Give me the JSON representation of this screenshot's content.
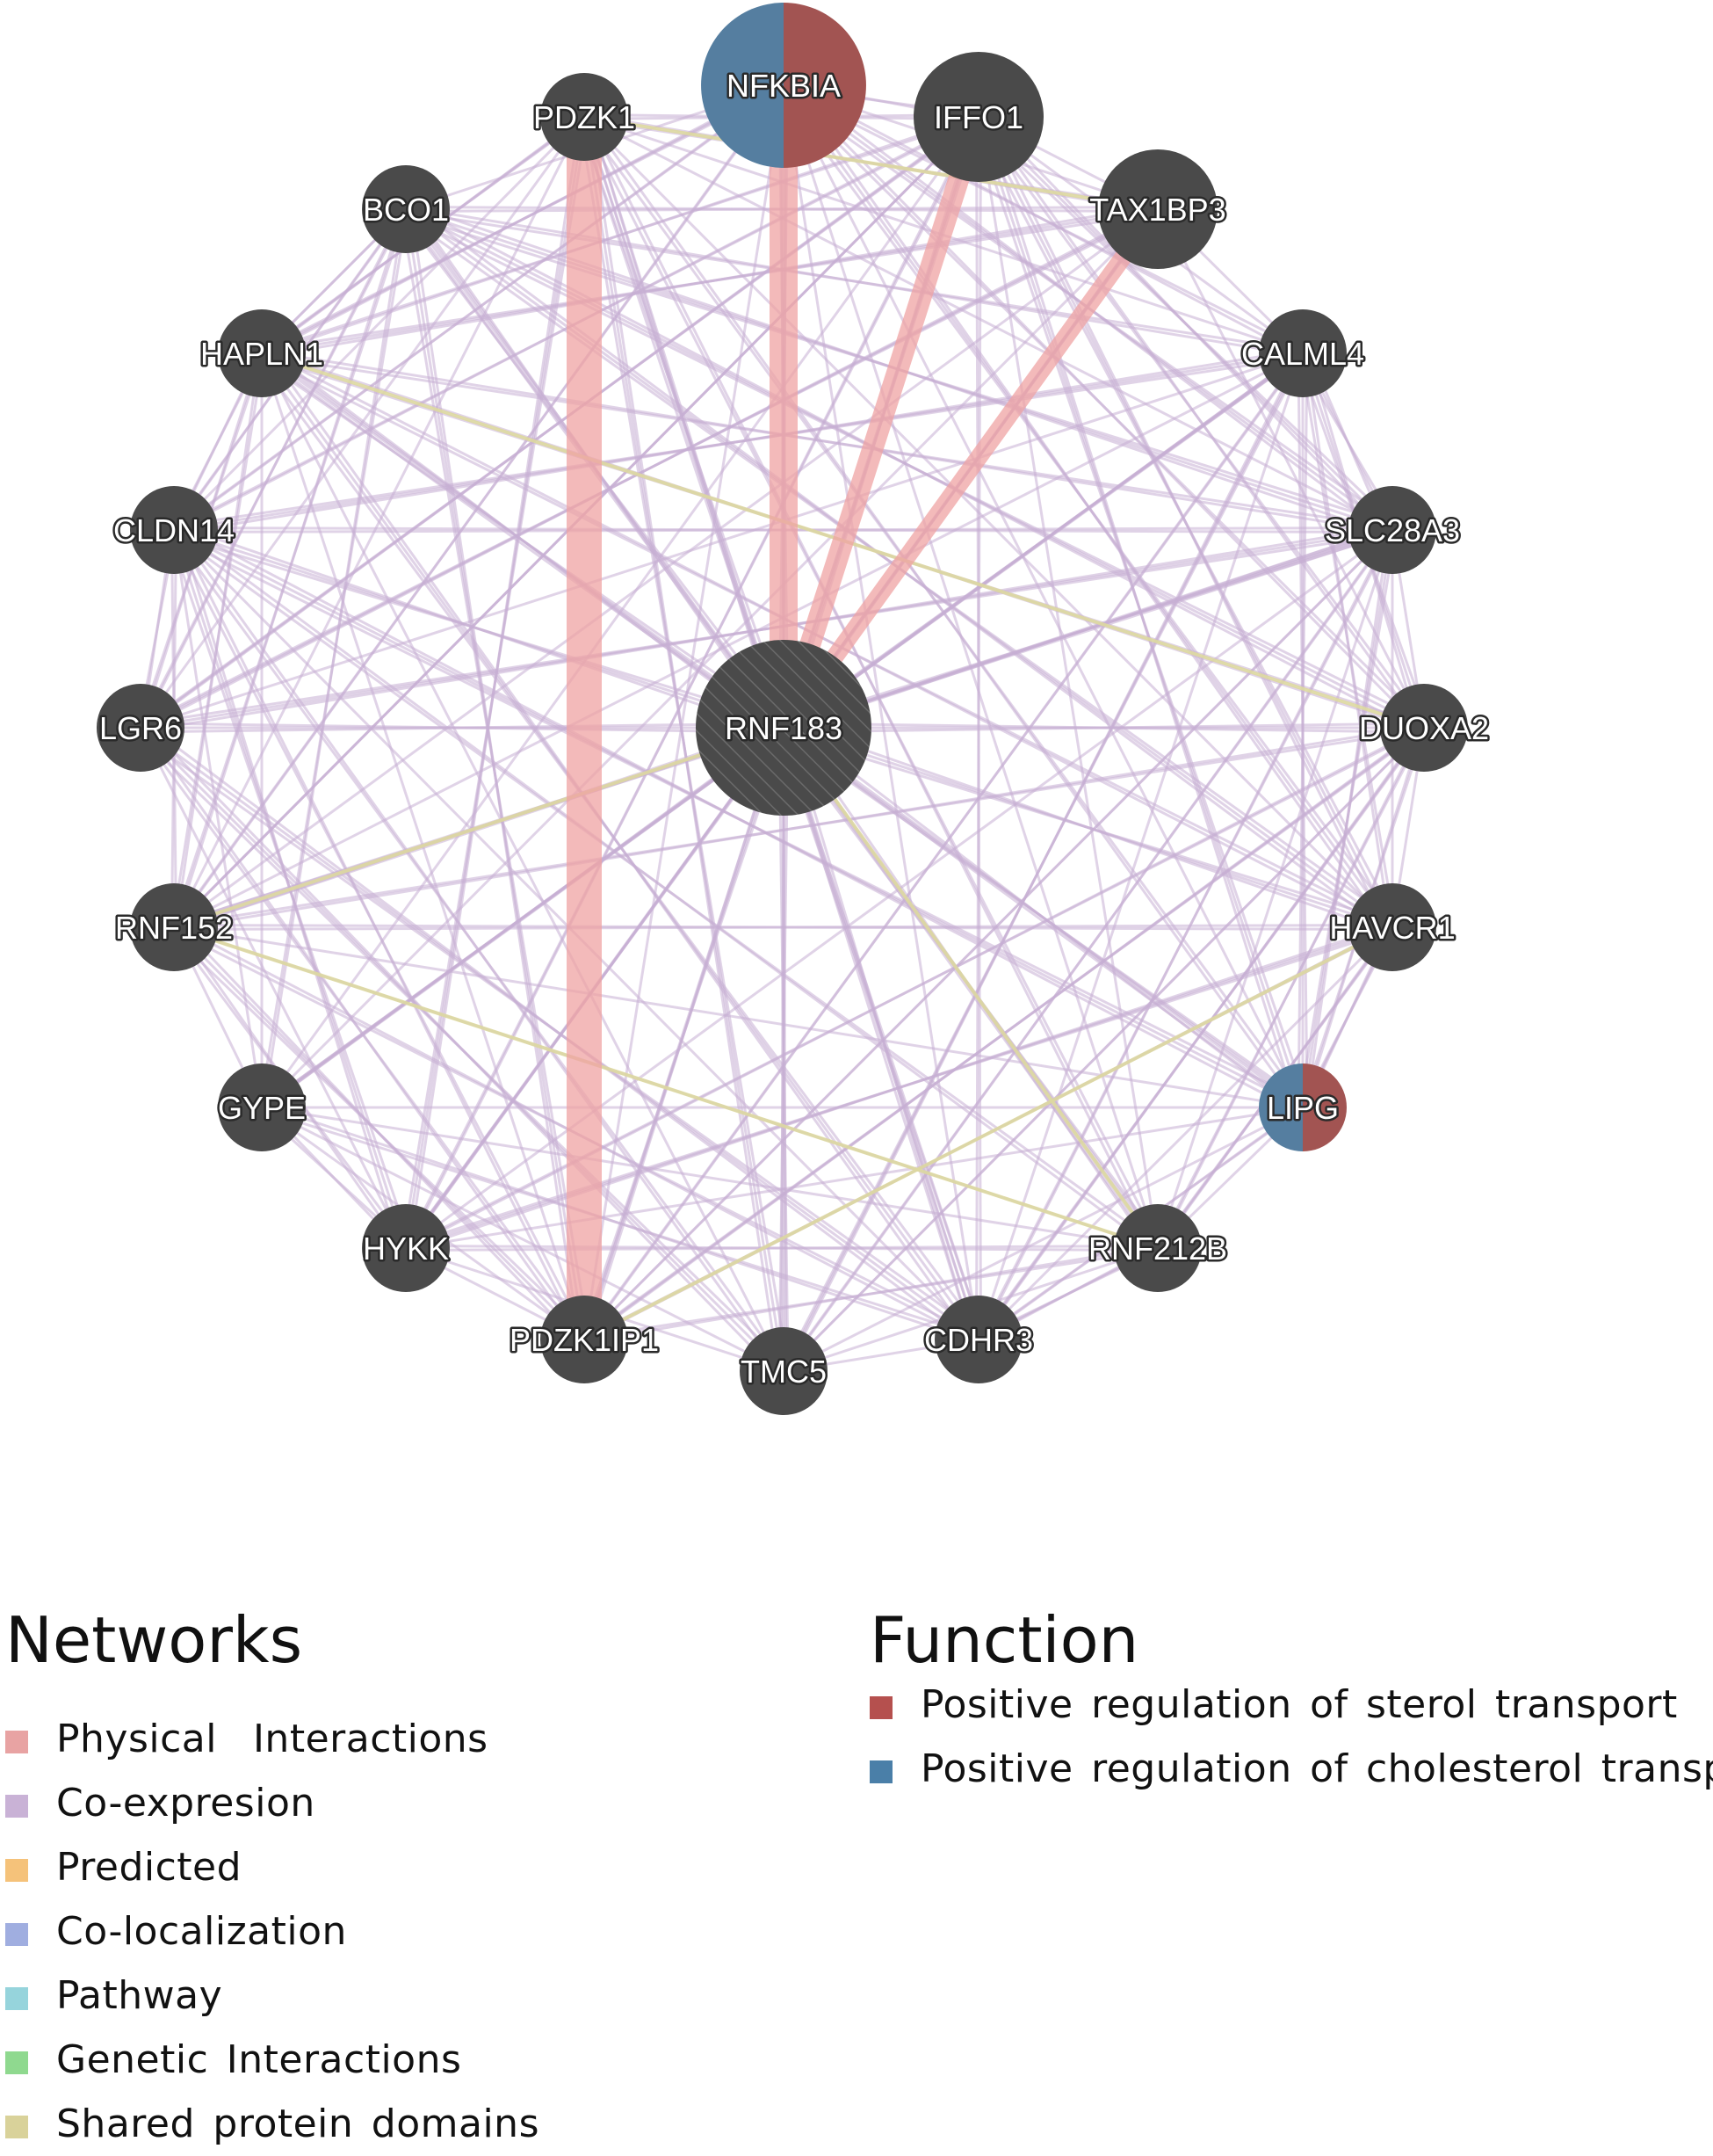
{
  "diagram": {
    "nodes": [
      {
        "id": "RNF183",
        "label": "RNF183",
        "type": "query"
      },
      {
        "id": "NFKBIA",
        "label": "NFKBIA",
        "type": "function",
        "functions": [
          "cholesterol",
          "sterol"
        ]
      },
      {
        "id": "IFFO1",
        "label": "IFFO1"
      },
      {
        "id": "TAX1BP3",
        "label": "TAX1BP3"
      },
      {
        "id": "CALML4",
        "label": "CALML4"
      },
      {
        "id": "SLC28A3",
        "label": "SLC28A3"
      },
      {
        "id": "DUOXA2",
        "label": "DUOXA2"
      },
      {
        "id": "HAVCR1",
        "label": "HAVCR1"
      },
      {
        "id": "LIPG",
        "label": "LIPG",
        "type": "function",
        "functions": [
          "cholesterol",
          "sterol"
        ]
      },
      {
        "id": "RNF212B",
        "label": "RNF212B"
      },
      {
        "id": "CDHR3",
        "label": "CDHR3"
      },
      {
        "id": "TMC5",
        "label": "TMC5"
      },
      {
        "id": "PDZK1IP1",
        "label": "PDZK1IP1"
      },
      {
        "id": "HYKK",
        "label": "HYKK"
      },
      {
        "id": "GYPE",
        "label": "GYPE"
      },
      {
        "id": "RNF152",
        "label": "RNF152"
      },
      {
        "id": "LGR6",
        "label": "LGR6"
      },
      {
        "id": "CLDN14",
        "label": "CLDN14"
      },
      {
        "id": "HAPLN1",
        "label": "HAPLN1"
      },
      {
        "id": "BCO1",
        "label": "BCO1"
      },
      {
        "id": "PDZK1",
        "label": "PDZK1"
      }
    ],
    "physical_edges": [
      {
        "source": "PDZK1",
        "target": "PDZK1IP1",
        "weight": 5
      },
      {
        "source": "NFKBIA",
        "target": "RNF183",
        "weight": 4
      },
      {
        "source": "IFFO1",
        "target": "RNF183",
        "weight": 3
      },
      {
        "source": "TAX1BP3",
        "target": "RNF183",
        "weight": 2.5
      }
    ],
    "shared_domain_edges": [
      {
        "source": "PDZK1",
        "target": "TAX1BP3"
      },
      {
        "source": "RNF152",
        "target": "RNF183"
      },
      {
        "source": "RNF183",
        "target": "RNF212B"
      },
      {
        "source": "RNF152",
        "target": "RNF212B"
      },
      {
        "source": "HAPLN1",
        "target": "DUOXA2"
      },
      {
        "source": "PDZK1IP1",
        "target": "HAVCR1"
      }
    ],
    "coexpression": "dense"
  },
  "legends": {
    "networks": {
      "title": "Networks",
      "items": [
        {
          "label": "Physical  Interactions",
          "color": "#e8a3a3"
        },
        {
          "label": "Co-expresion",
          "color": "#c9b2d6"
        },
        {
          "label": "Predicted",
          "color": "#f5c27a"
        },
        {
          "label": "Co-localization",
          "color": "#a0aee0"
        },
        {
          "label": "Pathway",
          "color": "#96d4dc"
        },
        {
          "label": "Genetic Interactions",
          "color": "#8fd98f"
        },
        {
          "label": "Shared protein domains",
          "color": "#d9d29a"
        }
      ]
    },
    "function": {
      "title": "Function",
      "items": [
        {
          "label": "Positive regulation of sterol transport",
          "color": "#b5504e"
        },
        {
          "label": "Positive regulation of cholesterol transport",
          "color": "#4a7fa8"
        }
      ]
    }
  },
  "colors": {
    "node_fill": "#4a4a4a",
    "sterol": "#a25452",
    "cholesterol": "#557ea0",
    "physical_edge": "#efa3a3",
    "coexpression_edge": "#c6aed4",
    "shared_domain_edge": "#ddd8a0"
  }
}
